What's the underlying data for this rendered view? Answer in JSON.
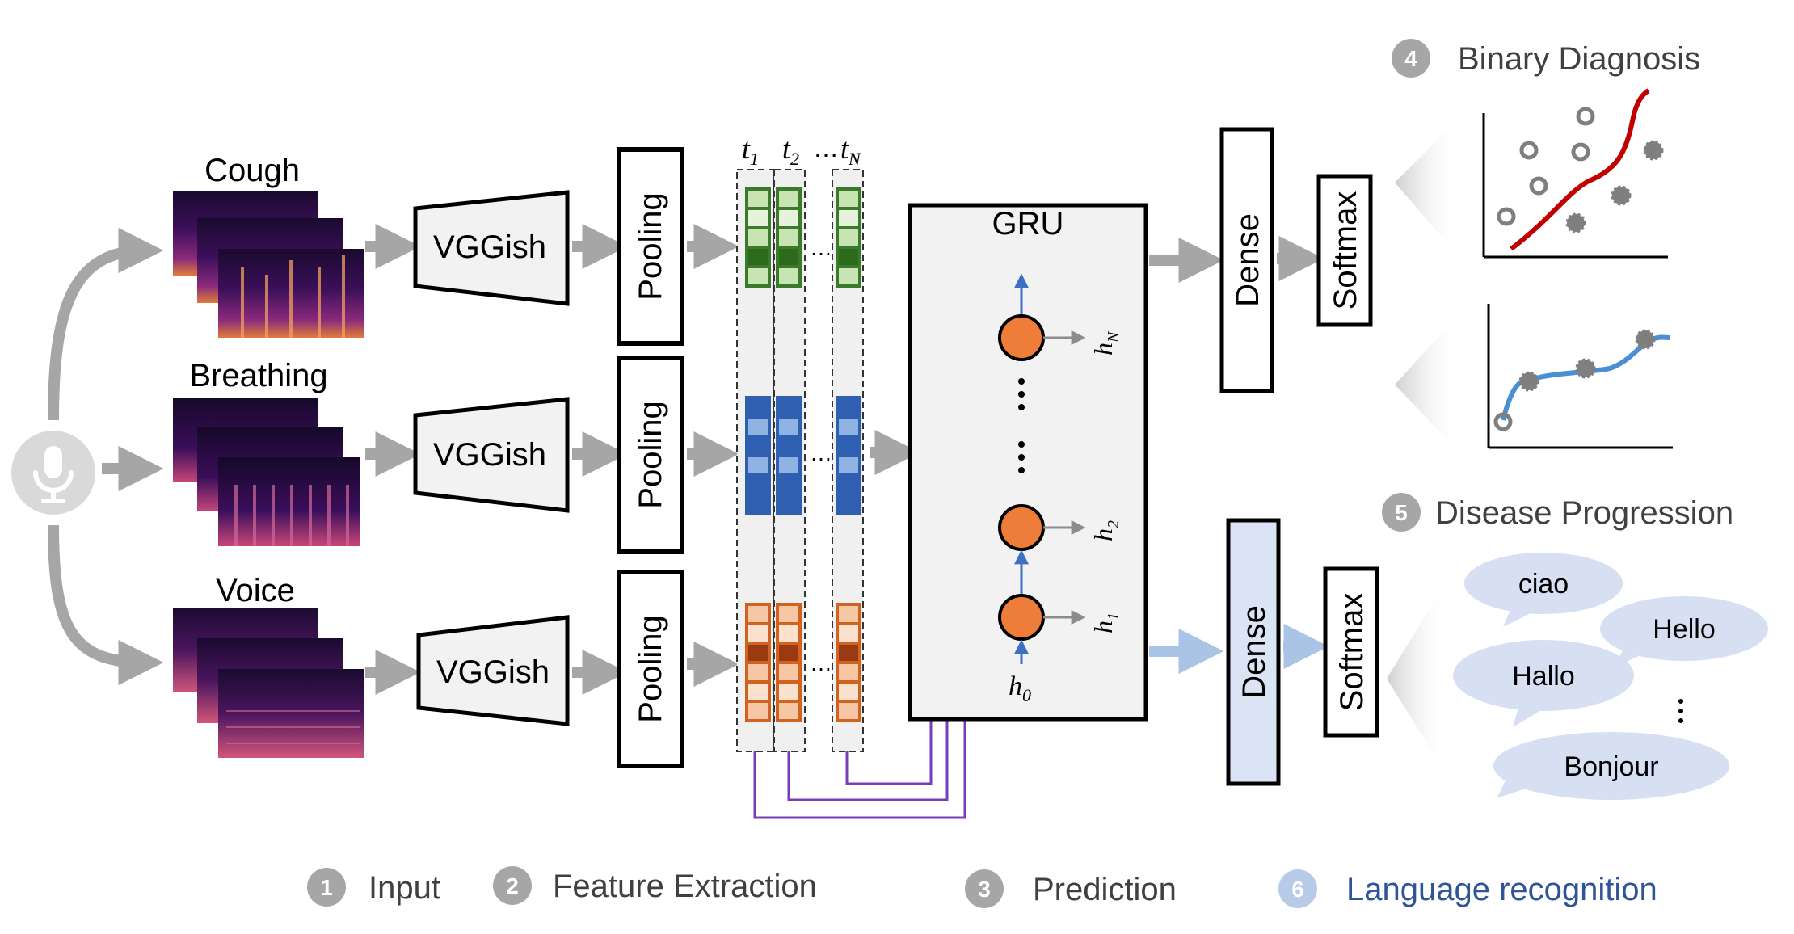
{
  "inputs": [
    {
      "label": "Cough"
    },
    {
      "label": "Breathing"
    },
    {
      "label": "Voice"
    }
  ],
  "encoder_label": "VGGish",
  "pooling_label": "Pooling",
  "time_labels": [
    "t",
    "1",
    "t",
    "2",
    "…",
    "t",
    "N"
  ],
  "gru": {
    "title": "GRU",
    "h_N": [
      "h",
      "N"
    ],
    "h_2": [
      "h",
      "2"
    ],
    "h_1": [
      "h",
      "1"
    ],
    "h_0": [
      "h",
      "0"
    ]
  },
  "heads": {
    "dense": "Dense",
    "softmax": "Softmax"
  },
  "tasks": {
    "binary": {
      "number": "4",
      "label": "Binary Diagnosis"
    },
    "progression": {
      "number": "5",
      "label": "Disease Progression"
    }
  },
  "language_words": [
    "ciao",
    "Hello",
    "Hallo",
    "Bonjour"
  ],
  "legend": [
    {
      "number": "1",
      "label": "Input"
    },
    {
      "number": "2",
      "label": "Feature Extraction"
    },
    {
      "number": "3",
      "label": "Prediction"
    },
    {
      "number": "6",
      "label": "Language recognition"
    }
  ],
  "colors": {
    "green": "#3a7a2a",
    "blue": "#2f5fb0",
    "orange": "#d2621f",
    "purple": "#7a3db8",
    "grey_arrow": "#a6a6a6",
    "light_blue_arrow": "#aac4e6",
    "gru_node": "#ee7d3a",
    "lang_blue": "#2f5597",
    "curve_red": "#c00000",
    "curve_blue": "#4a8fd4"
  }
}
